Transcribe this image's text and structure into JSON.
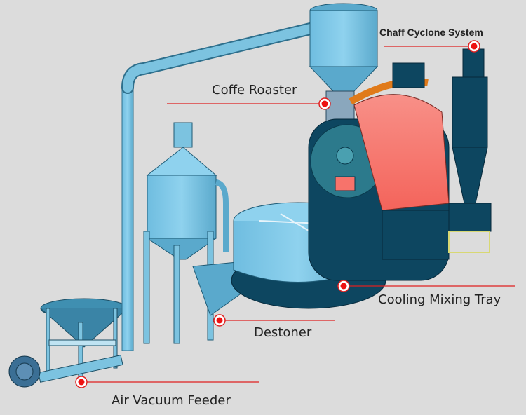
{
  "diagram": {
    "title": "Coffee roasting line components",
    "background": "#dcdcdc",
    "leader_color": "#e02020",
    "marker_color": "#ee1111",
    "labels": [
      {
        "id": "chaff-cyclone",
        "text": "Chaff Cyclone System"
      },
      {
        "id": "coffee-roaster",
        "text": "Coffe Roaster"
      },
      {
        "id": "cooling-tray",
        "text": "Cooling Mixing Tray"
      },
      {
        "id": "destoner",
        "text": "Destoner"
      },
      {
        "id": "air-feeder",
        "text": "Air Vacuum Feeder"
      }
    ],
    "colors": {
      "light_blue": "#7cc3e0",
      "mid_blue": "#5aa9cc",
      "dark_teal": "#0d4660",
      "drum_salmon": "#f7736b",
      "orange_pipe": "#e07a1a"
    }
  }
}
